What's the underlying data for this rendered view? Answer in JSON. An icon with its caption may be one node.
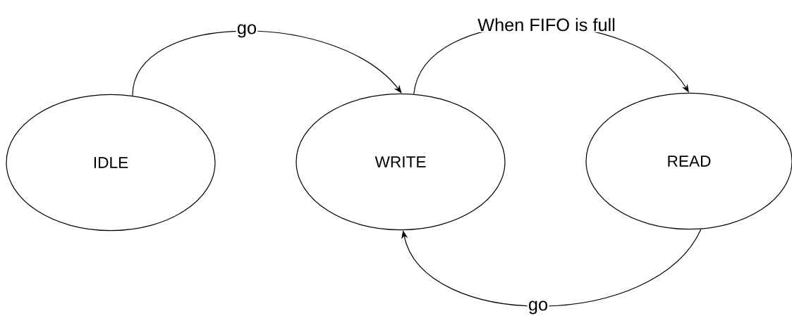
{
  "diagram": {
    "nodes": [
      {
        "text": [
          "IDLE"
        ]
      },
      {
        "text": [
          "WRITE"
        ]
      },
      {
        "text": [
          "READ"
        ]
      }
    ],
    "edges": [
      {
        "from": 0,
        "to": 1,
        "arrow": "to",
        "label": "go"
      },
      {
        "from": 1,
        "to": 2,
        "arrow": "to",
        "label": "When FIFO is full"
      },
      {
        "from": 2,
        "to": 1,
        "arrow": "to",
        "label": "go"
      }
    ]
  }
}
